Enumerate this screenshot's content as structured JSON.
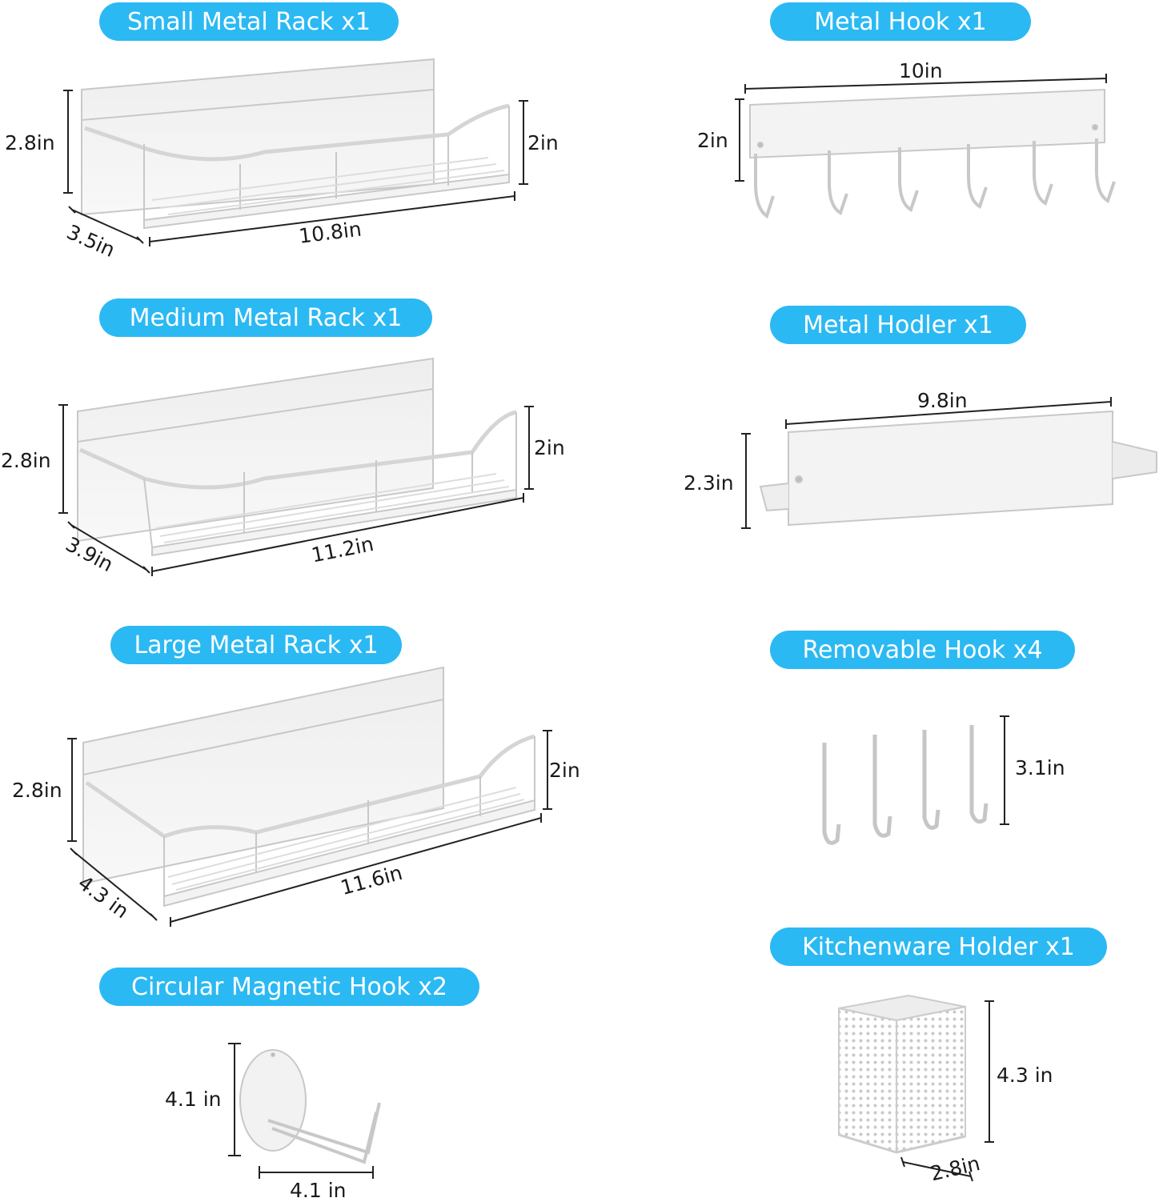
{
  "products": [
    {
      "id": "small_rack",
      "title": "Small Metal Rack x1",
      "dims": [
        "2.8in",
        "2in",
        "3.5in",
        "10.8in"
      ]
    },
    {
      "id": "metal_hook",
      "title": "Metal Hook x1",
      "dims": [
        "10in",
        "2in"
      ]
    },
    {
      "id": "medium_rack",
      "title": "Medium Metal Rack x1",
      "dims": [
        "2.8in",
        "2in",
        "3.9in",
        "11.2in"
      ]
    },
    {
      "id": "metal_holder",
      "title": "Metal Hodler x1",
      "dims": [
        "9.8in",
        "2.3in"
      ]
    },
    {
      "id": "large_rack",
      "title": "Large Metal Rack x1",
      "dims": [
        "2.8in",
        "2in",
        "4.3 in",
        "11.6in"
      ]
    },
    {
      "id": "removable",
      "title": "Removable Hook x4",
      "dims": [
        "3.1in"
      ]
    },
    {
      "id": "circular",
      "title": "Circular Magnetic Hook  x2",
      "dims": [
        "4.1 in",
        "4.1 in"
      ]
    },
    {
      "id": "kitchenware",
      "title": "Kitchenware Holder x1",
      "dims": [
        "4.3 in",
        "2.8in"
      ]
    }
  ],
  "colors": {
    "pill": "#2bb9f3",
    "pill_text": "#ffffff",
    "line": "#222222"
  }
}
